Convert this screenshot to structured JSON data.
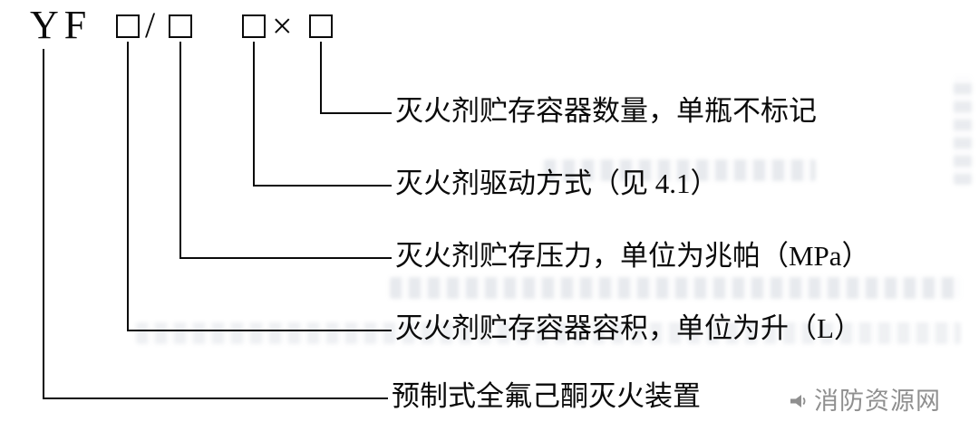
{
  "code": {
    "prefix": "YF",
    "slash": "/",
    "times": "×",
    "boxes": [
      {
        "name": "container-volume"
      },
      {
        "name": "storage-pressure"
      },
      {
        "name": "drive-method"
      },
      {
        "name": "container-count"
      }
    ]
  },
  "labels": [
    {
      "text": "灭火剂贮存容器数量，单瓶不标记"
    },
    {
      "text": "灭火剂驱动方式（见 4.1）"
    },
    {
      "text": "灭火剂贮存压力，单位为兆帕（MPa）"
    },
    {
      "text": "灭火剂贮存容器容积，单位为升（L）"
    },
    {
      "text": "预制式全氟己酮灭火装置"
    }
  ],
  "watermark": {
    "text": "消防资源网"
  },
  "colors": {
    "line": "#0a0a0a",
    "watermark": "#8f8f8f"
  }
}
